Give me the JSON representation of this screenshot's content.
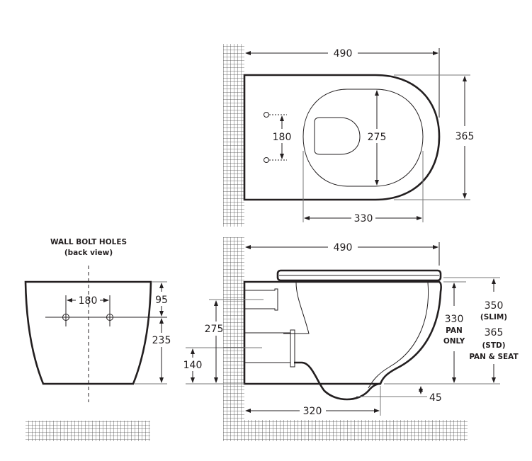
{
  "plan_view": {
    "overall_length": "490",
    "overall_width": "365",
    "bolt_spacing": "180",
    "bowl_width": "275",
    "bowl_length": "330"
  },
  "back_view": {
    "title_line1": "WALL BOLT HOLES",
    "title_line2": "(back view)",
    "bolt_spacing": "180",
    "top_to_bolts": "95",
    "bolts_to_bottom": "235"
  },
  "side_view": {
    "overall_length": "490",
    "inlet_height": "275",
    "outlet_height": "140",
    "pan_height": "330",
    "pan_label1": "PAN",
    "pan_label2": "ONLY",
    "slim_height": "350",
    "slim_label": "(SLIM)",
    "std_height": "365",
    "std_label": "(STD)",
    "std_label2": "PAN & SEAT",
    "trap_drop": "45",
    "outlet_distance": "320"
  },
  "colors": {
    "line": "#231f20",
    "grid": "#555555"
  }
}
